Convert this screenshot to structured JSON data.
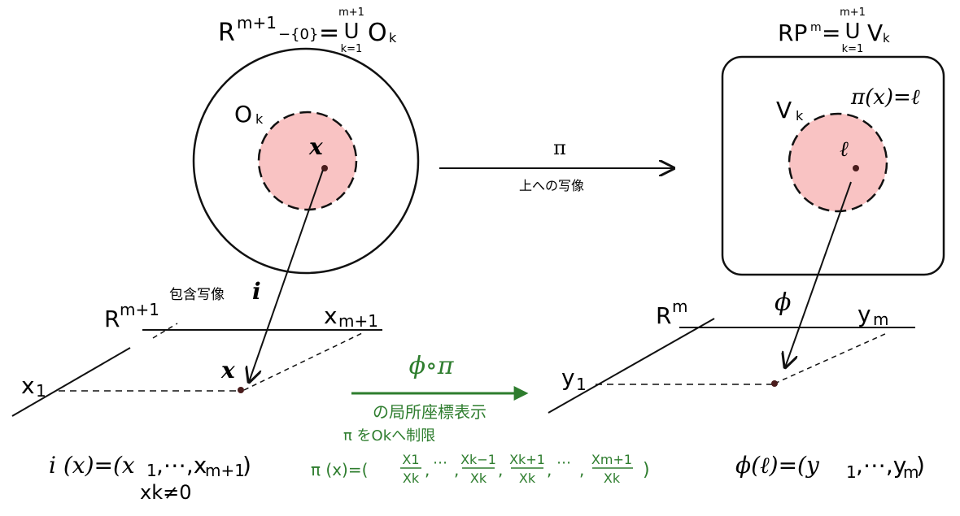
{
  "left": {
    "title": {
      "R": "R",
      "sup": "m+1",
      "minus0": "−{0}",
      "eq": "=",
      "U": "U",
      "U_top": "m+1",
      "U_bottom": "k=1",
      "O": "O",
      "O_sub": "k"
    },
    "circle_label": {
      "O": "O",
      "sub": "k"
    },
    "point_label": "x"
  },
  "map_pi": {
    "label": "π",
    "caption": "上への写像"
  },
  "right": {
    "title": {
      "RP": "RP",
      "sup": "m",
      "eq": "=",
      "U": "U",
      "U_top": "m+1",
      "U_bottom": "k=1",
      "V": "V",
      "V_sub": "k"
    },
    "circle_label": {
      "V": "V",
      "sub": "k"
    },
    "equation": "π(x)=ℓ",
    "point_label": "ℓ"
  },
  "inclusion": {
    "caption": "包含写像",
    "symbol": "i"
  },
  "left_plane": {
    "R": "R",
    "sup": "m+1",
    "x1": "x",
    "x1_sub": "1",
    "xm": "x",
    "xm_sub": "m+1",
    "point_label": "x"
  },
  "right_plane": {
    "phi": "ϕ",
    "R": "R",
    "sup": "m",
    "y1": "y",
    "y1_sub": "1",
    "ym": "y",
    "ym_sub": "m"
  },
  "composite": {
    "label": "ϕ∘π",
    "caption1": "の局所座標表示",
    "caption2": "π をOkへ制限",
    "formula_prefix": "π (x)=(",
    "fractions": [
      {
        "num": "X1",
        "den": "Xk"
      },
      {
        "num": "Xk−1",
        "den": "Xk"
      },
      {
        "num": "Xk+1",
        "den": "Xk"
      },
      {
        "num": "Xm+1",
        "den": "Xk"
      }
    ],
    "ellipsis": "⋯",
    "comma": ",",
    "formula_suffix": ")"
  },
  "bottom": {
    "i_formula": "i (x)=(x",
    "i_formula_parts": {
      "sub1": "1",
      "mid": ",⋯,x",
      "sub_m1": "m+1",
      "end": ")"
    },
    "condition": "xk≠0",
    "phi_formula": "ϕ(ℓ)=(y",
    "phi_formula_parts": {
      "sub1": "1",
      "mid": ",⋯,y",
      "sub_m": "m",
      "end": " )"
    }
  },
  "colors": {
    "line": "#111111",
    "fill_pink": "#f9c3c3",
    "green": "#2e7d2e",
    "point": "#4a1d1d"
  }
}
